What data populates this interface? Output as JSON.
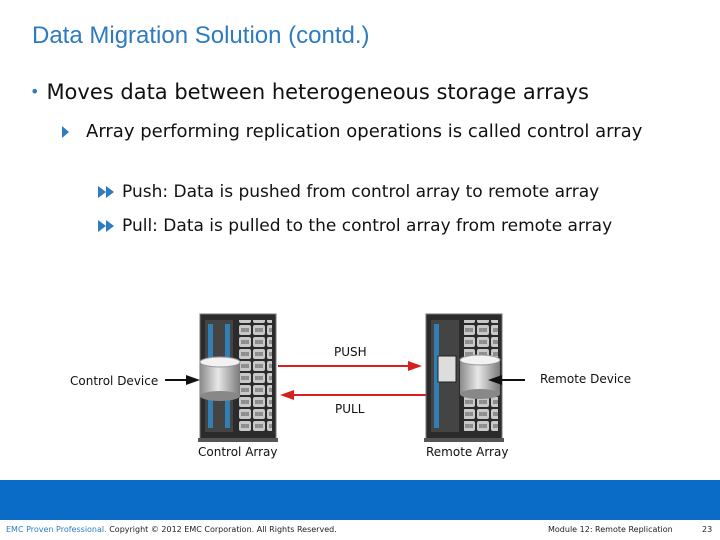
{
  "title": "Data Migration Solution (contd.)",
  "bullets": {
    "level1": "Moves data between heterogeneous storage arrays",
    "level2": "Array performing replication operations is called control array",
    "level3": [
      "Push: Data is pushed from control array to remote array",
      "Pull: Data is pulled to the control array from remote array"
    ]
  },
  "diagram": {
    "push_label": "PUSH",
    "pull_label": "PULL",
    "control_device": "Control Device",
    "remote_device": "Remote Device",
    "control_array": "Control Array",
    "remote_array": "Remote Array"
  },
  "footer": {
    "brand": "EMC Proven Professional.",
    "copyright": " Copyright © 2012 EMC Corporation. All Rights Reserved.",
    "module": "Module 12: Remote Replication",
    "page": "23"
  },
  "colors": {
    "accent": "#2e7bbf",
    "footer_bar": "#0a6cc7"
  }
}
